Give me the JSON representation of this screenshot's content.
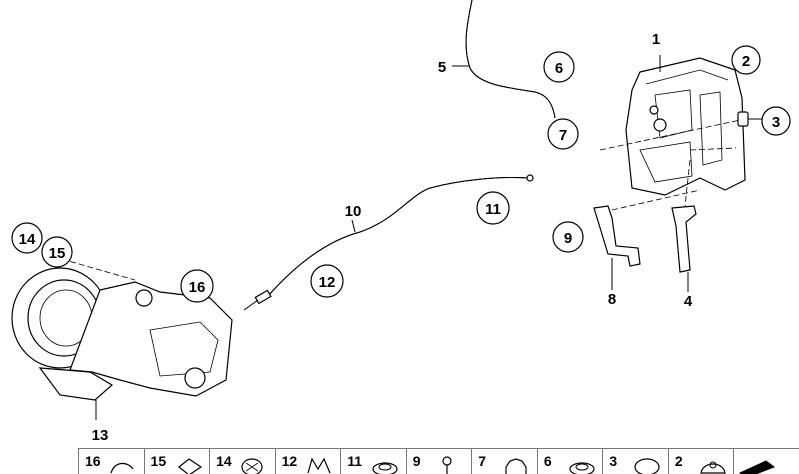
{
  "diagram": {
    "callouts": {
      "c1": "1",
      "c2": "2",
      "c3": "3",
      "c4": "4",
      "c5": "5",
      "c6": "6",
      "c7": "7",
      "c8": "8",
      "c9": "9",
      "c10": "10",
      "c11": "11",
      "c12": "12",
      "c13": "13",
      "c14": "14",
      "c15": "15",
      "c16": "16"
    }
  },
  "parts_strip": [
    {
      "label": "16",
      "icon": "clip-icon"
    },
    {
      "label": "15",
      "icon": "diamond-clip-icon"
    },
    {
      "label": "14",
      "icon": "round-cap-icon"
    },
    {
      "label": "12",
      "icon": "bracket-clip-icon"
    },
    {
      "label": "11",
      "icon": "grommet-icon"
    },
    {
      "label": "9",
      "icon": "pin-icon"
    },
    {
      "label": "7",
      "icon": "push-rivet-icon"
    },
    {
      "label": "6",
      "icon": "grommet-icon"
    },
    {
      "label": "3",
      "icon": "round-plug-icon"
    },
    {
      "label": "2",
      "icon": "dome-plug-icon"
    },
    {
      "label": "",
      "icon": "wedge-icon"
    }
  ]
}
